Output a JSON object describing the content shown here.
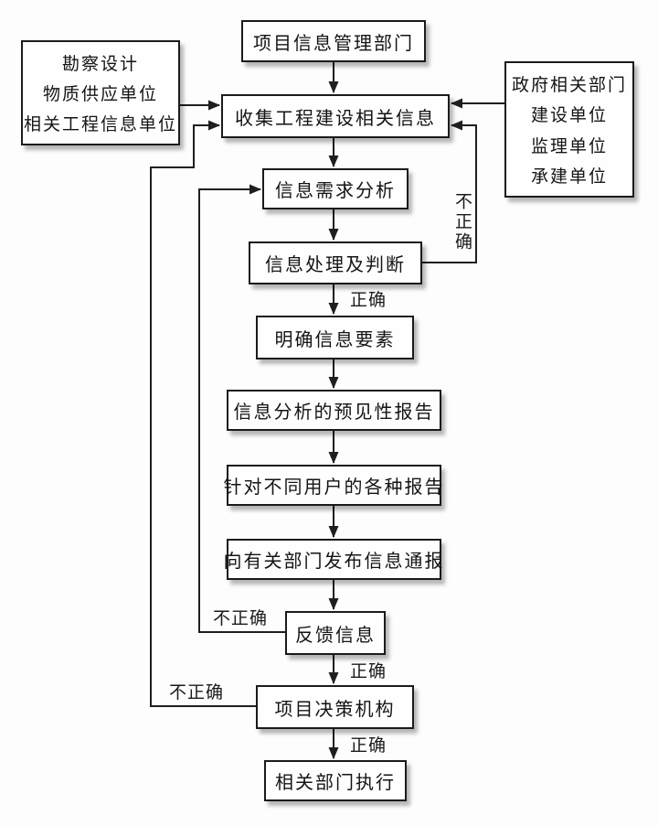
{
  "diagram": {
    "type": "flowchart",
    "colors": {
      "background": "#fdfdfd",
      "node_fill": "#fefefe",
      "line": "#1f1f1f",
      "text": "#141414"
    }
  },
  "nodes": {
    "dept": {
      "label": "项目信息管理部门"
    },
    "collect": {
      "label": "收集工程建设相关信息"
    },
    "demand": {
      "label": "信息需求分析"
    },
    "process": {
      "label": "信息处理及判断"
    },
    "elements": {
      "label": "明确信息要素"
    },
    "forecast": {
      "label": "信息分析的预见性报告"
    },
    "reports": {
      "label": "针对不同用户的各种报告"
    },
    "notify": {
      "label": "向有关部门发布信息通报"
    },
    "feedback": {
      "label": "反馈信息"
    },
    "decision": {
      "label": "项目决策机构"
    },
    "execute": {
      "label": "相关部门执行"
    }
  },
  "sources_left": {
    "lines": [
      "勘察设计",
      "物质供应单位",
      "相关工程信息单位"
    ]
  },
  "sources_right": {
    "lines": [
      "政府相关部门",
      "建设单位",
      "监理单位",
      "承建单位"
    ]
  },
  "edge_labels": {
    "correct_after_process": "正确",
    "correct_after_feedback": "正确",
    "correct_after_decision": "正确",
    "incorrect_process_loop": "不正确",
    "incorrect_feedback_loop": "不正确",
    "incorrect_decision_loop": "不正确"
  }
}
